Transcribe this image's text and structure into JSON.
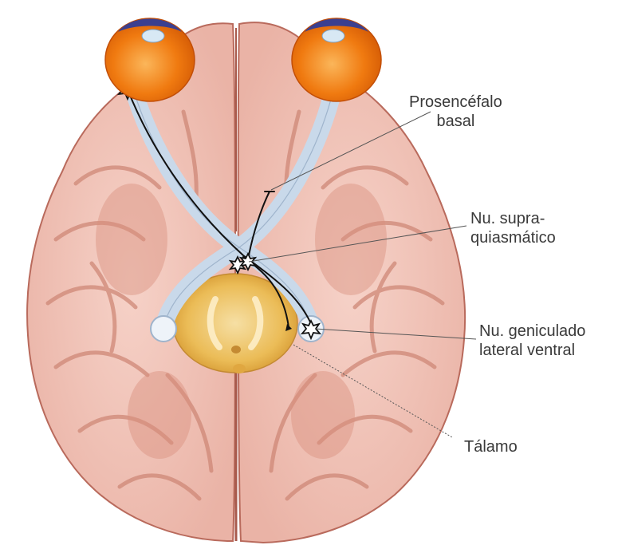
{
  "labels": {
    "prosencefalo_line1": "Prosencéfalo",
    "prosencefalo_line2": "basal",
    "supra_line1": "Nu. supra-",
    "supra_line2": "quiasmático",
    "geniculado_line1": "Nu. geniculado",
    "geniculado_line2": "lateral ventral",
    "talamo": "Tálamo"
  },
  "colors": {
    "brain_fill": "#f2c3b8",
    "brain_outline": "#b96a5c",
    "gyrus_shade": "#d99585",
    "eye_orange": "#f07a10",
    "eye_highlight": "#fbb65a",
    "optic_nerve": "#c9d9ea",
    "thalamus": "#e9b64f",
    "label_text": "#3a3a3a"
  }
}
